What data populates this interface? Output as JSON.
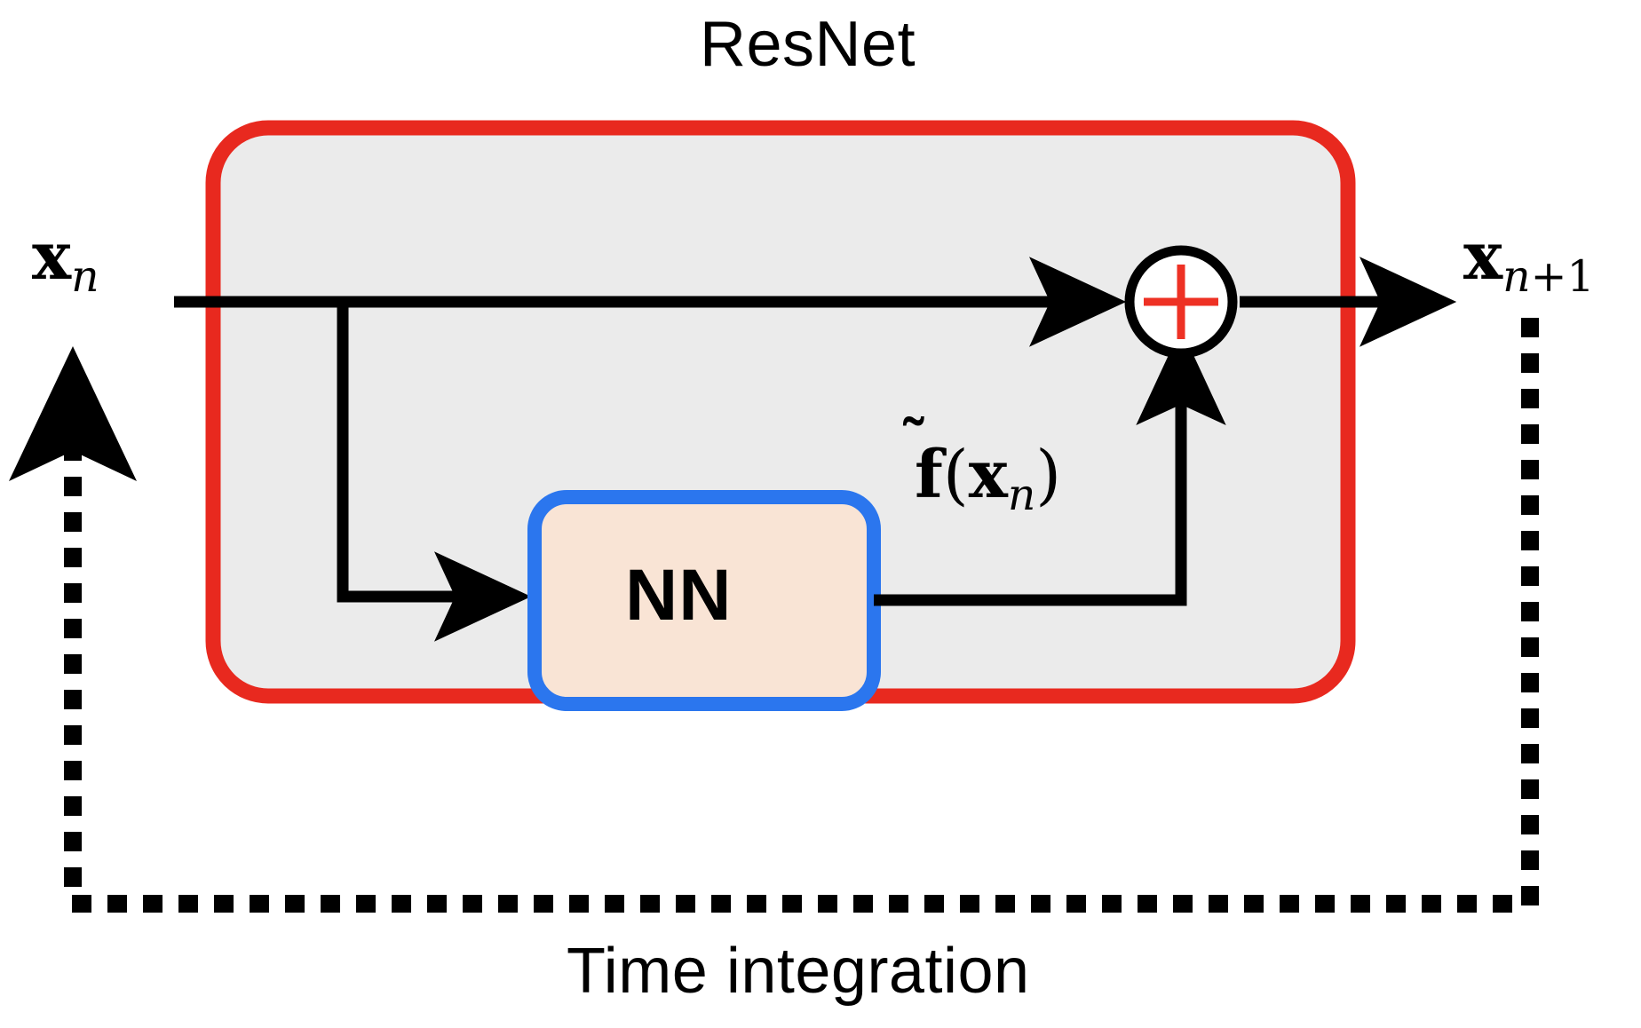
{
  "diagram": {
    "title": "ResNet",
    "caption": "Time integration",
    "input_label": {
      "symbol": "x",
      "subscript": "n"
    },
    "output_label": {
      "symbol": "x",
      "subscript": "n",
      "operator": "+",
      "operand": "1"
    },
    "nn_block": {
      "label": "NN",
      "fill_color": "#F9E4D5",
      "border_color": "#2B76EE"
    },
    "residual_label": {
      "symbol": "f",
      "tilde": "̃",
      "open": "(",
      "inner": "x",
      "subscript": "n",
      "close": ")"
    },
    "adder": {
      "glyph": "+",
      "circle_color": "#000000",
      "plus_color": "#EE3124",
      "fill_color": "#FFFFFF"
    },
    "resnet_box": {
      "border_color": "#E8291F",
      "fill_color": "#EBEBEB"
    },
    "feedback_path": {
      "style": "dotted",
      "color": "#000000"
    },
    "arrow_color": "#000000"
  }
}
